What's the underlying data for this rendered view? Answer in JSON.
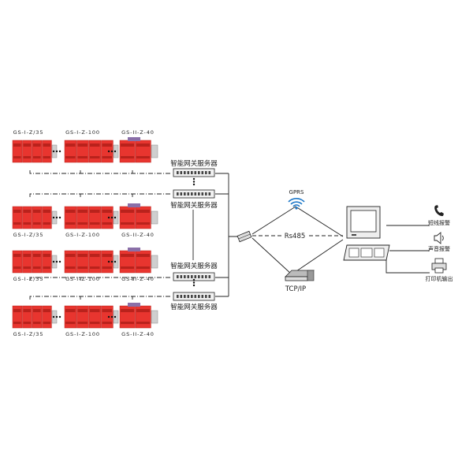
{
  "colors": {
    "spd_red": "#e8352f",
    "spd_red_dark": "#b9221c",
    "spd_grey": "#cfcfcf",
    "line": "#222222",
    "wifi_blue": "#1e78c8"
  },
  "spd_rows": [
    {
      "labels": [
        "GS-I-Z/35",
        "GS-I-Z-100",
        "GS-II-Z-40"
      ],
      "label_pos": "top"
    },
    {
      "labels": [
        "GS-I-Z/35",
        "GS-I-Z-100",
        "GS-II-Z-40"
      ],
      "label_pos": "bottom"
    },
    {
      "labels": [
        "GS-I-Z/35",
        "GS-I-Z-100",
        "GS-II-Z-40"
      ],
      "label_pos": "bottom"
    },
    {
      "labels": [
        "GS-I-Z/35",
        "GS-I-Z-100",
        "GS-II-Z-40"
      ],
      "label_pos": "bottom"
    }
  ],
  "gateways": [
    {
      "label": "智能网关服务器"
    },
    {
      "label": "智能网关服务器"
    },
    {
      "label": "智能网关服务器"
    },
    {
      "label": "智能网关服务器"
    }
  ],
  "network": {
    "gprs": "GPRS",
    "rs485": "Rs485",
    "tcpip": "TCP/IP"
  },
  "outputs": {
    "sms_alarm": "短线报警",
    "sound_alarm": "声音报警",
    "printer_output": "打印机输出"
  },
  "icons": [
    "wifi-icon",
    "computer-icon",
    "phone-icon",
    "speaker-icon",
    "printer-icon",
    "router-icon",
    "converter-icon"
  ]
}
